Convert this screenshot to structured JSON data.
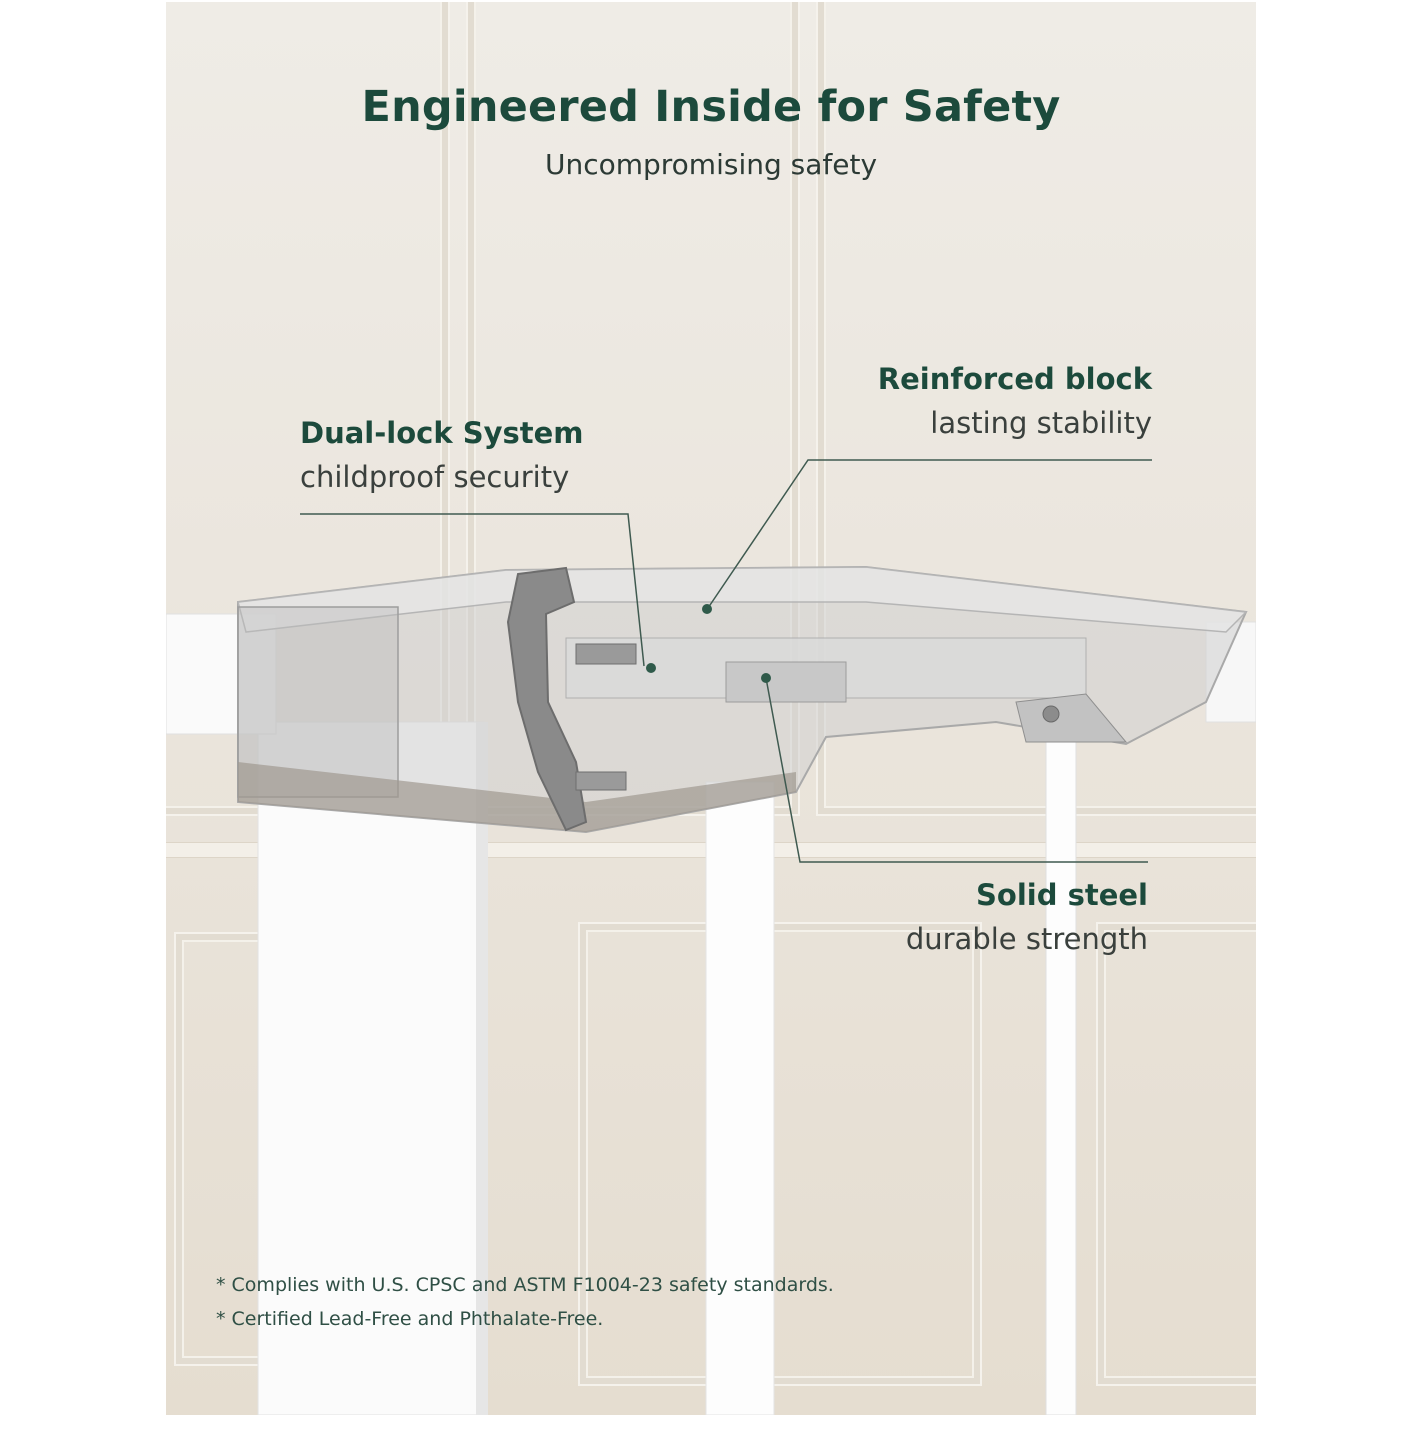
{
  "title": "Engineered Inside for Safety",
  "subtitle": "Uncompromising safety",
  "callouts": {
    "dual_lock": {
      "heading": "Dual-lock System",
      "subtext": "childproof security"
    },
    "reinforced": {
      "heading": "Reinforced block",
      "subtext": "lasting stability"
    },
    "steel": {
      "heading": "Solid steel",
      "subtext": "durable strength"
    }
  },
  "notes": [
    "* Complies with U.S. CPSC and ASTM F1004-23 safety standards.",
    "* Certified Lead-Free and Phthalate-Free."
  ],
  "colors": {
    "heading_green": "#1c4a3c",
    "callout_line": "#3f5a50"
  }
}
